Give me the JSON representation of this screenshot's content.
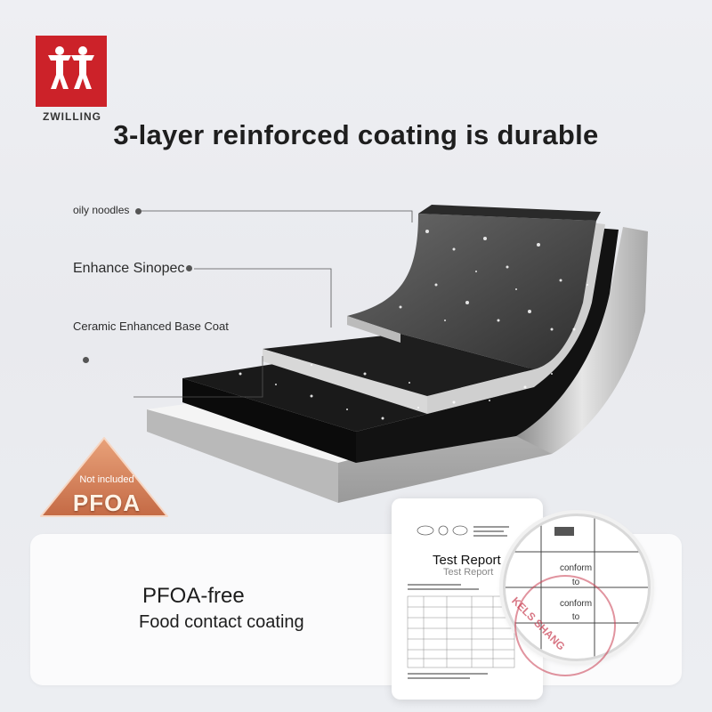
{
  "brand": {
    "name": "ZWILLING",
    "logo_icon": "zwilling-twins-icon",
    "logo_color": "#cc2229"
  },
  "headline": "3-layer reinforced coating is durable",
  "layers": [
    {
      "label": "oily noodles"
    },
    {
      "label": "Enhance Sinopec"
    },
    {
      "label": "Ceramic Enhanced Base Coat"
    }
  ],
  "badge": {
    "small_text": "Not included",
    "big_text": "PFOA",
    "color": "#d9875c"
  },
  "feature": {
    "title": "PFOA-free",
    "subtitle": "Food contact coating"
  },
  "report": {
    "title": "Test Report",
    "title_shadow": "Test Report",
    "cert_icons": [
      "cma-icon",
      "ilac-icon",
      "cnas-icon"
    ],
    "magnifier_cells": [
      "conform",
      "to",
      "conform",
      "to"
    ],
    "stamp_text": "KELS SHANG"
  }
}
